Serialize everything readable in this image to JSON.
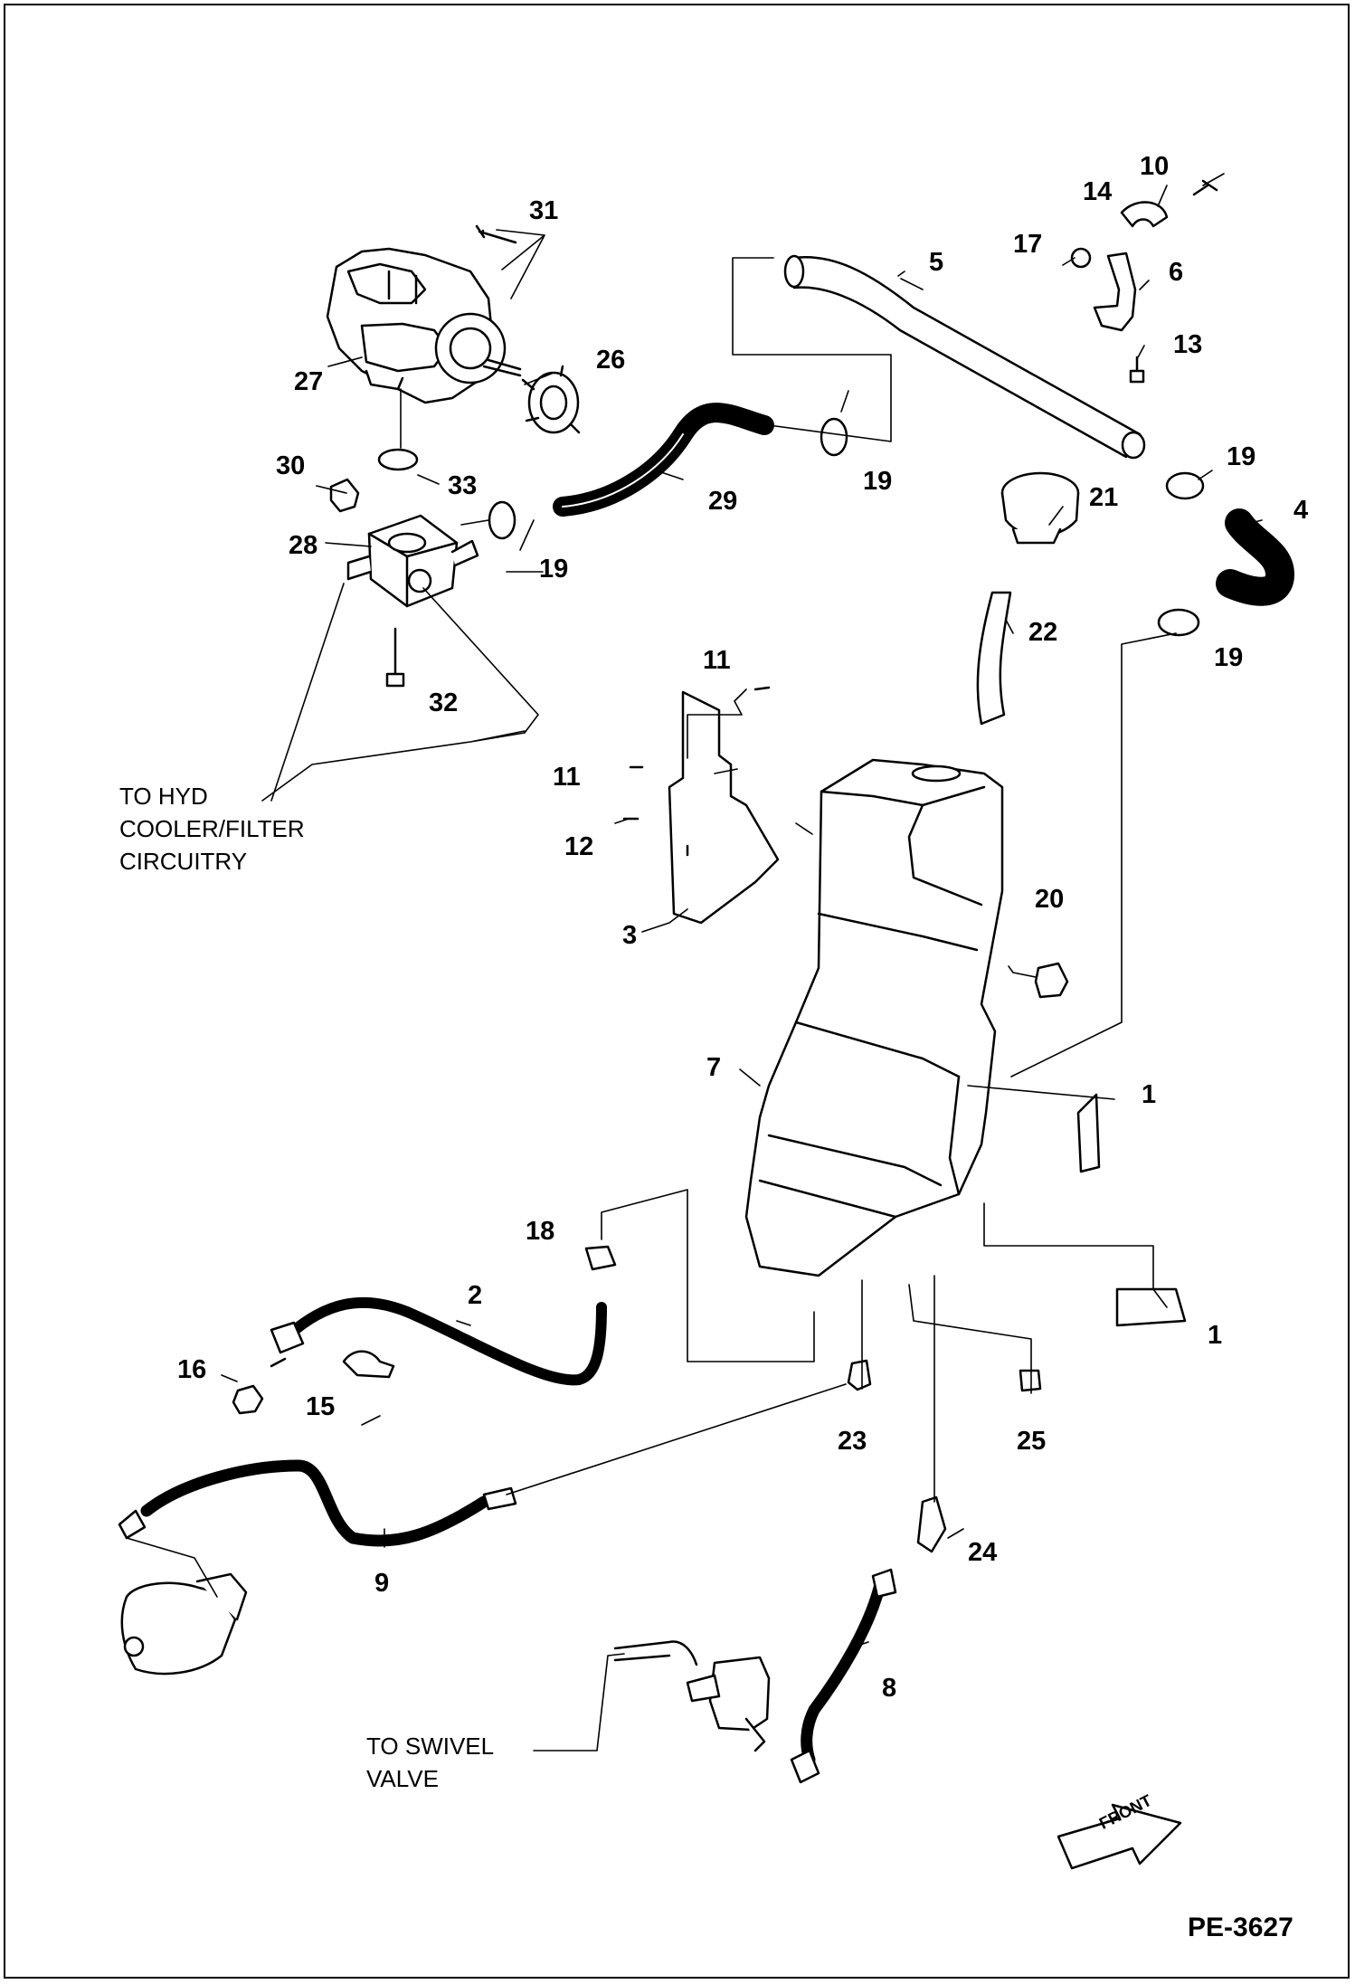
{
  "figure_id": "PE-3627",
  "callouts": {
    "c1a": "1",
    "c1b": "1",
    "c2": "2",
    "c3": "3",
    "c4": "4",
    "c5": "5",
    "c6": "6",
    "c7": "7",
    "c8": "8",
    "c9": "9",
    "c10": "10",
    "c11a": "11",
    "c11b": "11",
    "c12": "12",
    "c13": "13",
    "c14": "14",
    "c15": "15",
    "c16": "16",
    "c17": "17",
    "c18": "18",
    "c19a": "19",
    "c19b": "19",
    "c19c": "19",
    "c19d": "19",
    "c20": "20",
    "c21": "21",
    "c22": "22",
    "c23": "23",
    "c24": "24",
    "c25": "25",
    "c26": "26",
    "c27": "27",
    "c28": "28",
    "c29": "29",
    "c30": "30",
    "c31": "31",
    "c32": "32",
    "c33": "33"
  },
  "notes": {
    "hyd_cooler": {
      "line1": "TO HYD",
      "line2": "COOLER/FILTER",
      "line3": "CIRCUITRY"
    },
    "swivel": {
      "line1": "TO SWIVEL",
      "line2": "VALVE"
    }
  },
  "front_arrow_label": "FRONT"
}
